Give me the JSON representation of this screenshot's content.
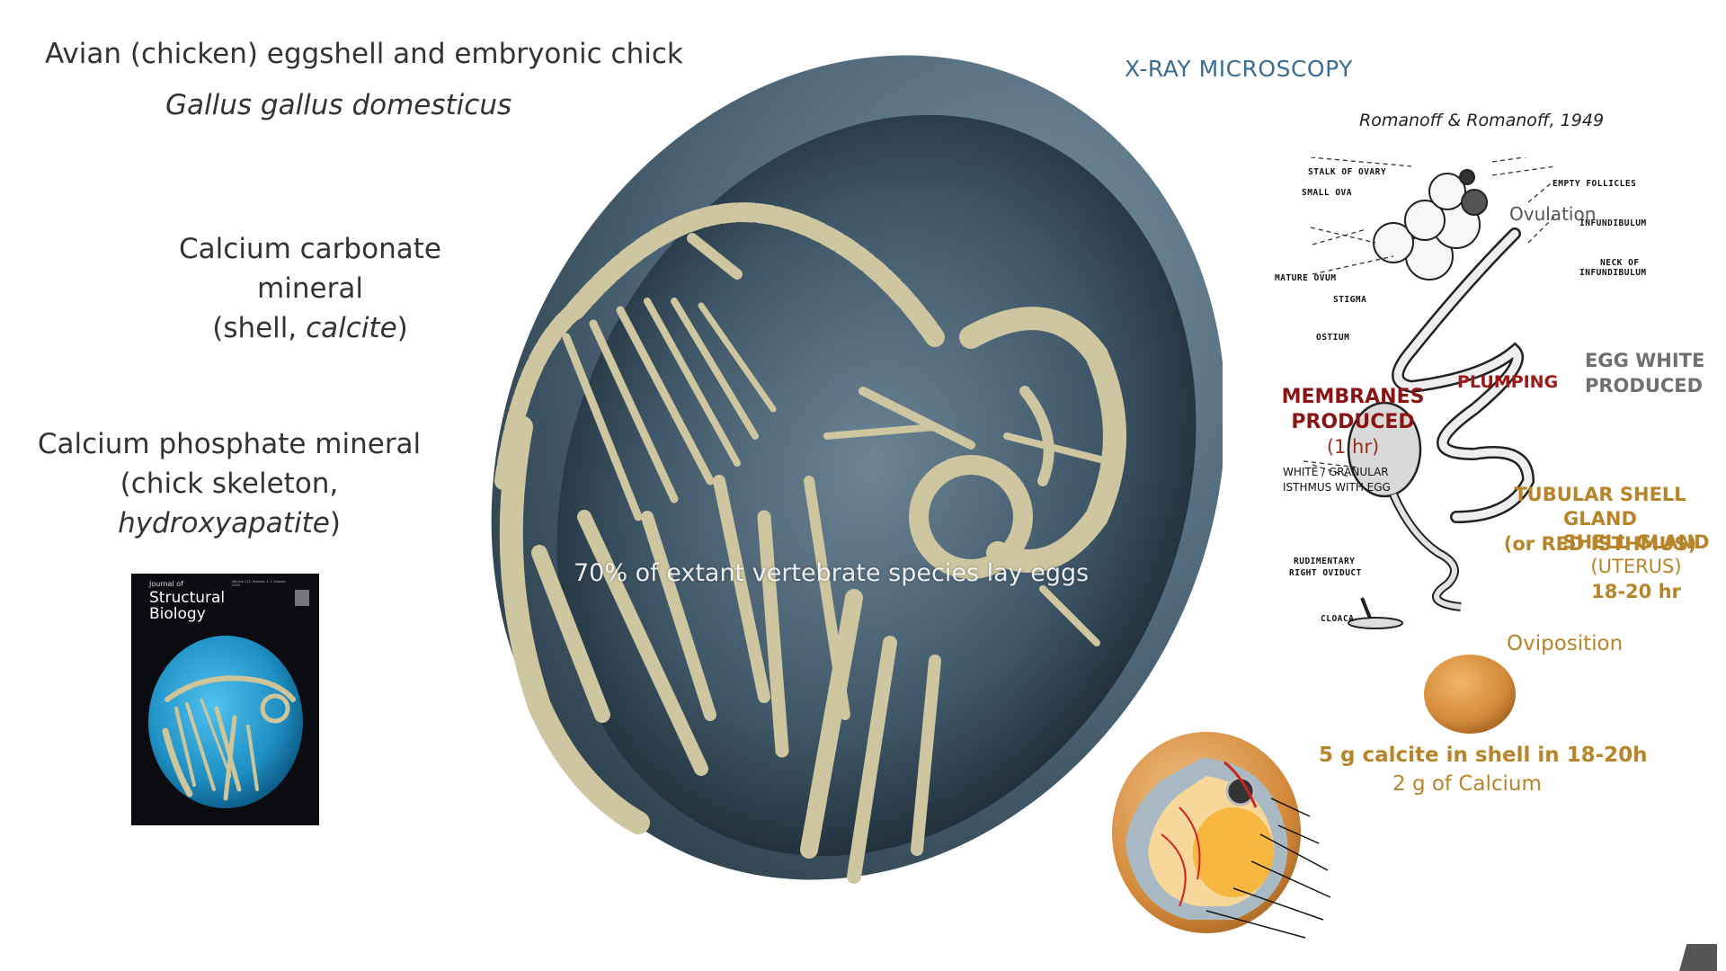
{
  "left": {
    "title": "Avian (chicken) eggshell and embryonic chick",
    "species": "Gallus gallus domesticus",
    "carbonate": {
      "line1": "Calcium carbonate mineral",
      "pre": "(shell, ",
      "mineral": "calcite",
      "post": ")"
    },
    "phosphate": {
      "line1": "Calcium phosphate mineral",
      "pre": "(chick skeleton, ",
      "mineral": "hydroxyapatite",
      "post": ")"
    }
  },
  "journal_cover": {
    "title_line1": "Journal of",
    "title_line2": "Structural",
    "title_line3": "Biology",
    "issue_line": "Volume 212, Number 1, 1 October 2020"
  },
  "main_image": {
    "overlay_text": "70% of extant vertebrate species lay eggs"
  },
  "right": {
    "header": "X-RAY MICROSCOPY",
    "reference": "Romanoff & Romanoff, 1949",
    "diagram_labels": {
      "stalk_of_ovary": "STALK OF OVARY",
      "small_ova": "SMALL OVA",
      "empty_follicles": "EMPTY FOLLICLES",
      "infundibulum": "INFUNDIBULUM",
      "neck_of_infundibulum_1": "NECK OF",
      "neck_of_infundibulum_2": "INFUNDIBULUM",
      "mature_ovum": "MATURE OVUM",
      "stigma": "STIGMA",
      "ostium": "OSTIUM",
      "isthmus_1": "WHITE / GRANULAR",
      "isthmus_2": "ISTHMUS WITH EGG",
      "rudimentary_1": "RUDIMENTARY",
      "rudimentary_2": "RIGHT OVIDUCT",
      "cloaca": "CLOACA"
    },
    "ovulation": "Ovulation",
    "egg_white_1": "EGG WHITE",
    "egg_white_2": "PRODUCED",
    "plumping": "PLUMPING",
    "membranes_1": "MEMBRANES",
    "membranes_2": "PRODUCED",
    "membranes_time": "(1 hr)",
    "tubular_1": "TUBULAR SHELL GLAND",
    "tubular_2": "(or RED ISTHMUS)",
    "shell_gland": "SHELL GLAND",
    "uterus": "(UTERUS)",
    "shell_time": "18-20 hr",
    "oviposition": "Oviposition",
    "calcite_note": "5 g calcite in shell in 18-20h",
    "calcium_note": "2 g of Calcium"
  },
  "colors": {
    "shell": "#4a6170",
    "bone": "#cdc6a0",
    "cover_bg": "#0b0b12",
    "cover_blue": "#2aa4d6",
    "egg": "#d48a3a",
    "dark_red": "#8a1414",
    "gold": "#b7842a",
    "xray_blue": "#3a6d93"
  }
}
